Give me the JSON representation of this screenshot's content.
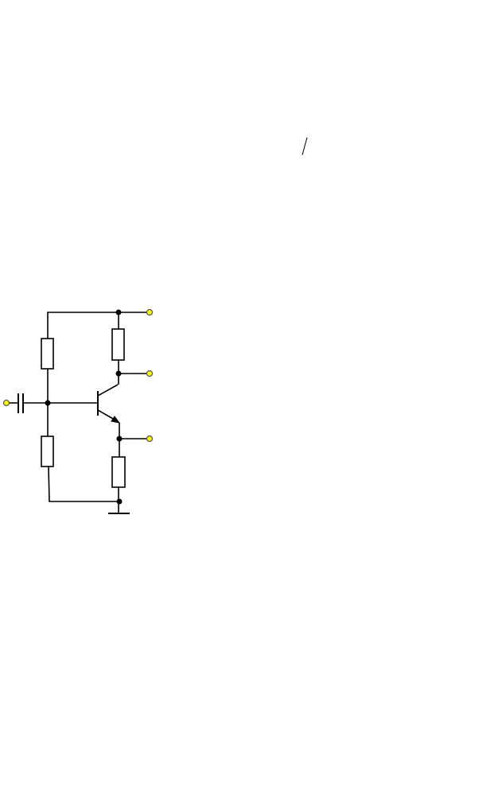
{
  "diagram": {
    "type": "transistor-phase-splitter-circuit",
    "wire_color": "#000000",
    "terminal_fill": "#ffff00",
    "terminal_stroke": "#555555",
    "components": [
      {
        "name": "resistor-top-left",
        "type": "resistor"
      },
      {
        "name": "resistor-bottom-left",
        "type": "resistor"
      },
      {
        "name": "resistor-collector",
        "type": "resistor"
      },
      {
        "name": "resistor-emitter",
        "type": "resistor"
      },
      {
        "name": "input-capacitor",
        "type": "capacitor"
      },
      {
        "name": "npn-transistor",
        "type": "npn-transistor"
      },
      {
        "name": "ground",
        "type": "ground"
      }
    ],
    "terminals": [
      {
        "name": "supply-terminal"
      },
      {
        "name": "collector-output-terminal"
      },
      {
        "name": "emitter-output-terminal"
      },
      {
        "name": "input-terminal"
      }
    ]
  }
}
